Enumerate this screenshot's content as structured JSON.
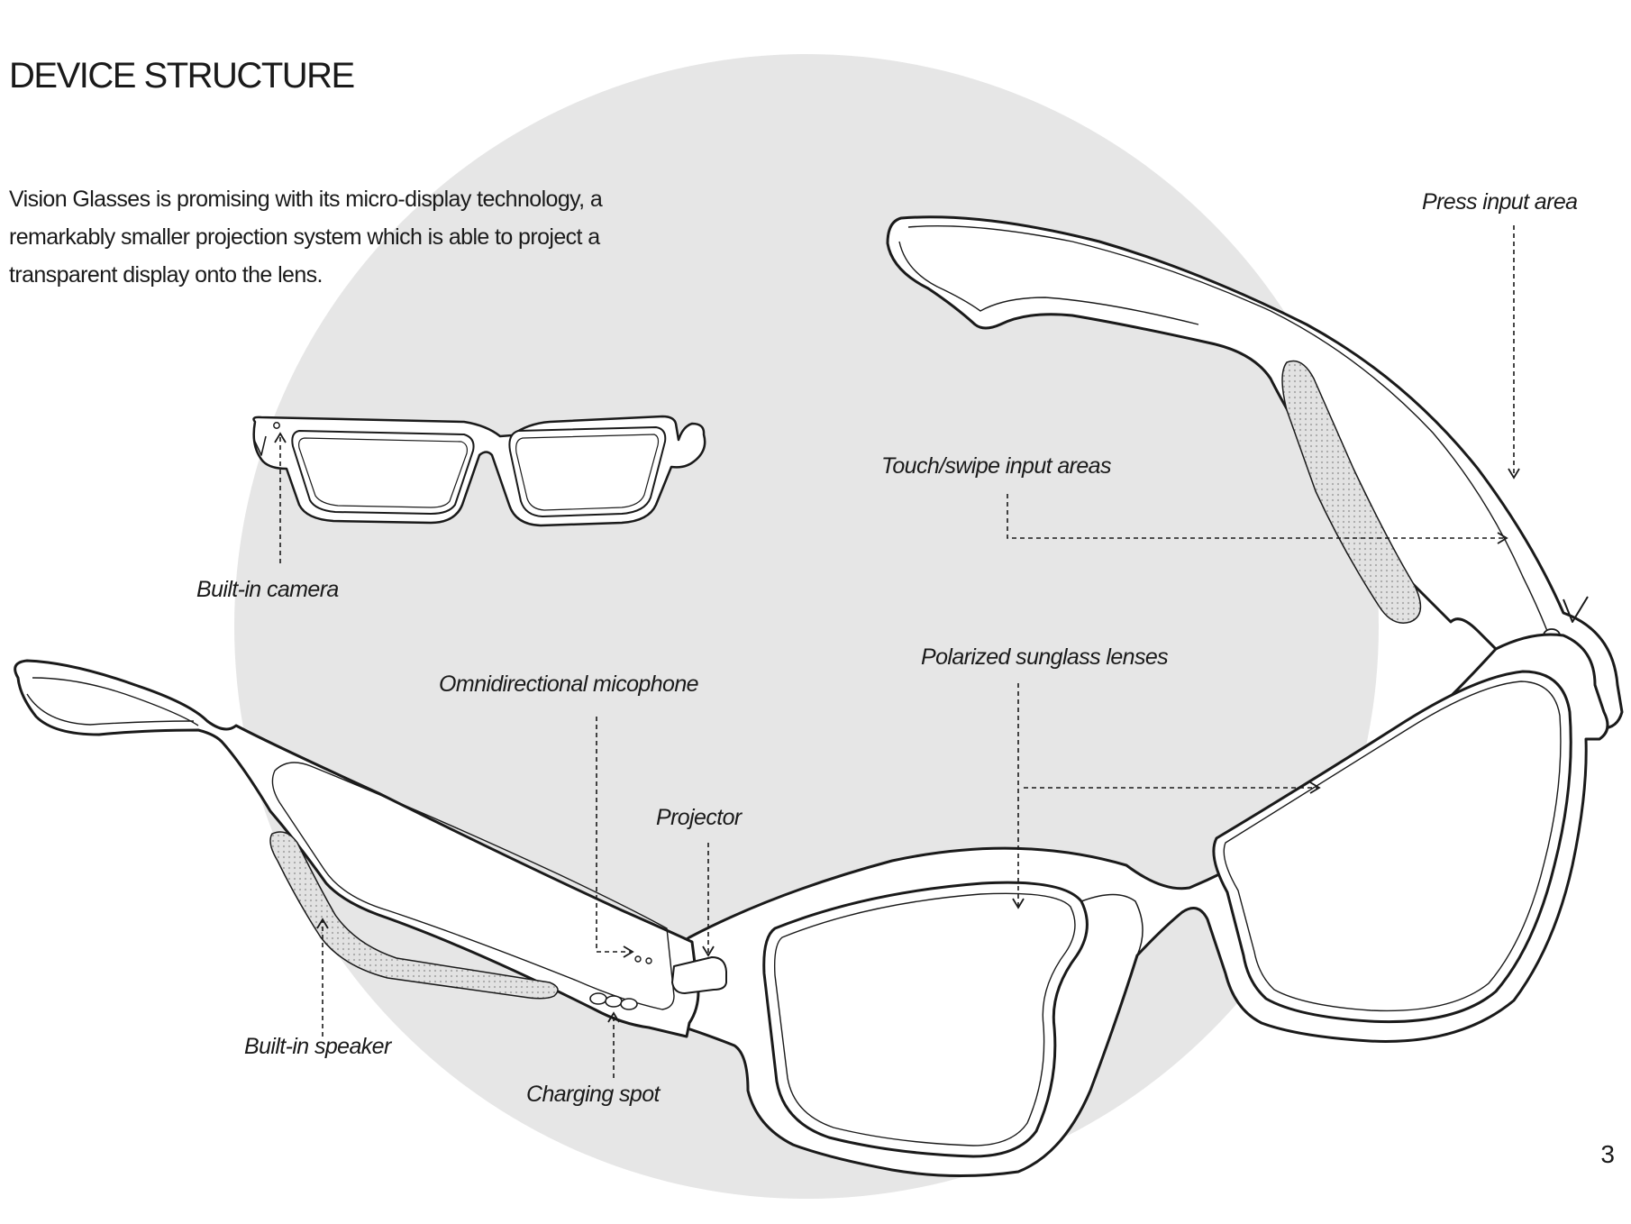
{
  "page": {
    "title": "DEVICE STRUCTURE",
    "intro_lines": [
      "Vision Glasses is promising with its micro-display technology, a",
      "remarkably smaller projection system which is able to project a",
      "transparent display onto the lens."
    ],
    "page_number": "3"
  },
  "callouts": {
    "press_input": "Press input area",
    "touch_swipe": "Touch/swipe input areas",
    "camera": "Built-in camera",
    "polarized": "Polarized sunglass lenses",
    "microphone": "Omnidirectional  micophone",
    "projector": "Projector",
    "speaker": "Built-in speaker",
    "charging": "Charging spot"
  },
  "colors": {
    "background": "#ffffff",
    "circle": "#e6e6e6",
    "line": "#1a1a1a",
    "texture": "#cfcfcf"
  }
}
